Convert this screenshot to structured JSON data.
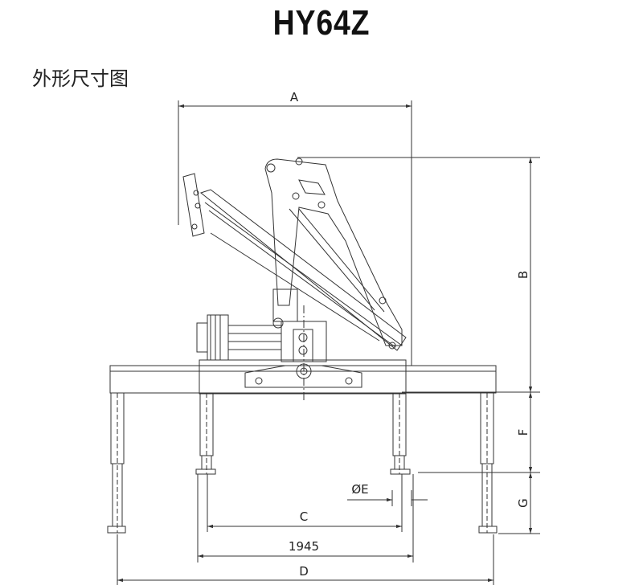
{
  "title": "HY64Z",
  "subtitle": "外形尺寸图",
  "dimensions": {
    "a": "A",
    "b": "B",
    "f": "F",
    "g": "G",
    "e": "ØE",
    "c": "C",
    "width_1945": "1945",
    "d": "D"
  },
  "colors": {
    "line": "#333333",
    "background": "#ffffff"
  }
}
